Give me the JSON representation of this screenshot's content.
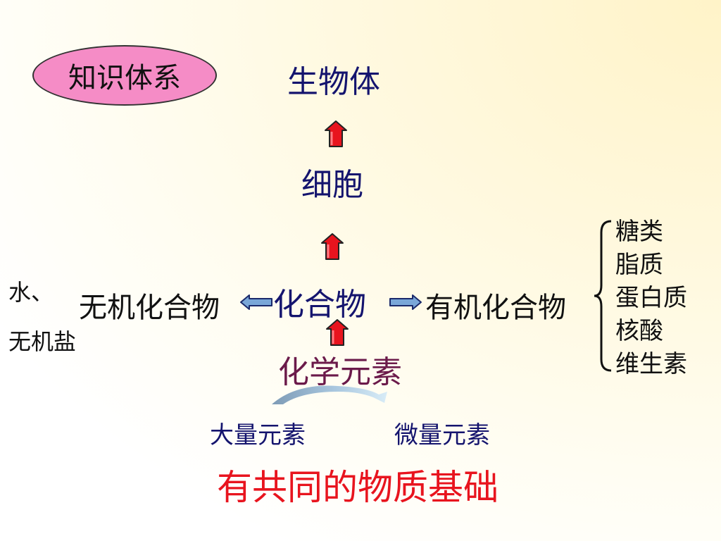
{
  "badge": {
    "label": "知识体系"
  },
  "levels": {
    "organism": "生物体",
    "cell": "细胞",
    "compound": "化合物",
    "elements": "化学元素"
  },
  "inorganic": {
    "label": "无机化合物",
    "examples_line1": "水、",
    "examples_line2": "无机盐"
  },
  "organic": {
    "label": "有机化合物",
    "items": [
      "糖类",
      "脂质",
      "蛋白质",
      "核酸",
      "维生素"
    ]
  },
  "elements": {
    "macro": "大量元素",
    "micro": "微量元素"
  },
  "conclusion": "有共同的物质基础",
  "colors": {
    "badge_fill": "#f58cc6",
    "level_text": "#14146e",
    "elements_text": "#6b1a4a",
    "conclusion_text": "#e8141e",
    "up_arrow": "#e8141e",
    "side_arrow": "#7aa7d8"
  }
}
